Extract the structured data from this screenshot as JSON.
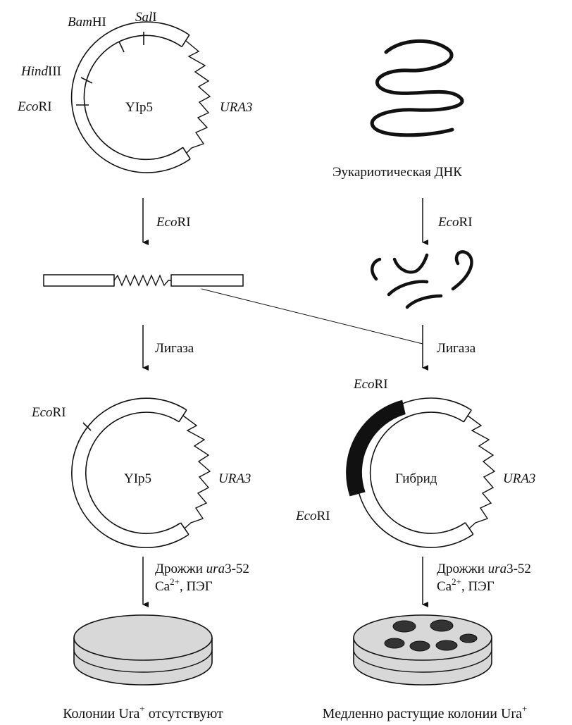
{
  "colors": {
    "ink": "#111111",
    "agar": "#d8d8d8",
    "colony": "#333333",
    "insert": "#111111",
    "background": "#ffffff"
  },
  "plasmid_top": {
    "name": "YIp5",
    "gene": "URA3",
    "site_bam_italic": "Bam",
    "site_bam_roman": "HI",
    "site_sal_italic": "Sal",
    "site_sal_roman": "I",
    "site_hind_italic": "Hind",
    "site_hind_roman": "III",
    "site_eco_italic": "Eco",
    "site_eco_roman": "RI"
  },
  "dna": {
    "label": "Эукариотическая ДНК"
  },
  "digest": {
    "enzyme_italic": "Eco",
    "enzyme_roman": "RI"
  },
  "ligation": {
    "label": "Лигаза"
  },
  "plasmid_self": {
    "name": "YIp5",
    "gene": "URA3",
    "site_italic": "Eco",
    "site_roman": "RI"
  },
  "plasmid_hybrid": {
    "name": "Гибрид",
    "gene": "URA3",
    "site_italic": "Eco",
    "site_roman": "RI"
  },
  "transformation": {
    "line1_prefix": "Дрожжи ",
    "line1_genotype": "ura",
    "line1_allele": "3-52",
    "line2_ion": "Ca",
    "line2_charge": "2+",
    "line2_rest": ", ПЭГ"
  },
  "results": {
    "left_prefix": "Колонии Ura",
    "left_sup": "+",
    "left_suffix": " отсутствуют",
    "right_prefix": "Медленно растущие колонии Ura",
    "right_sup": "+"
  }
}
